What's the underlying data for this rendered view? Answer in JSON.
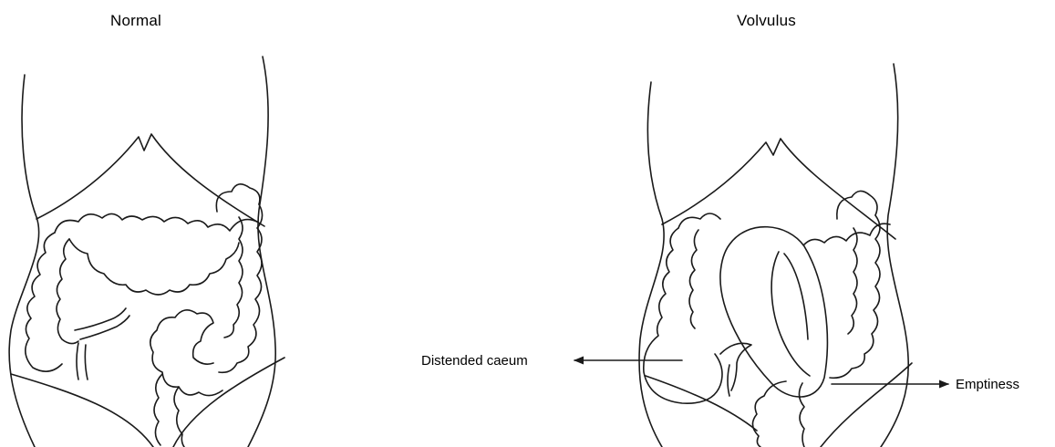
{
  "panels": {
    "normal": {
      "title": "Normal"
    },
    "volvulus": {
      "title": "Volvulus"
    }
  },
  "annotations": {
    "distended_caecum": "Distended caeum",
    "emptiness": "Emptiness"
  },
  "colors": {
    "ink": "#1a1a1a",
    "background": "#ffffff"
  }
}
